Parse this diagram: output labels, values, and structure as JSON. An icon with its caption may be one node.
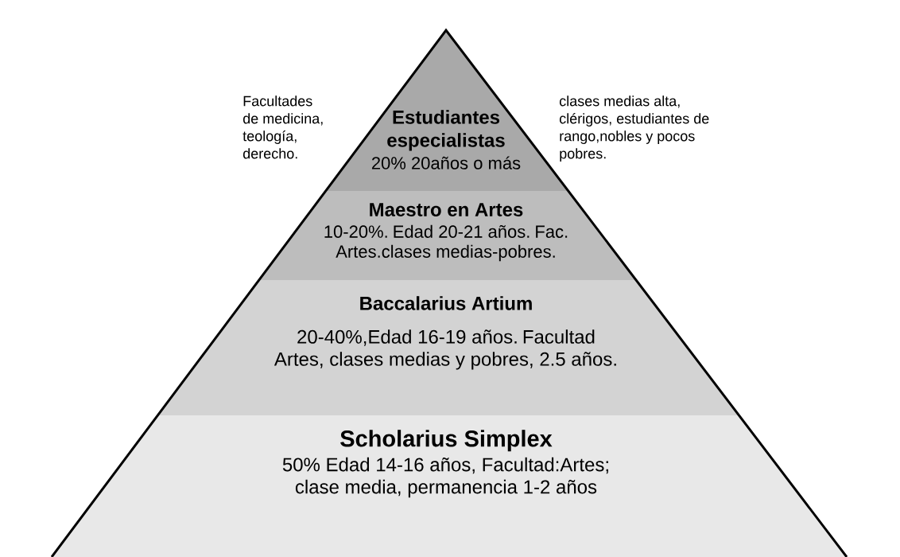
{
  "diagram": {
    "nodes": [
      {
        "text": [
          "Estudiantes especialistas",
          "20%  20años o más"
        ],
        "beside": [
          "Facultades de medicina, teología, derecho.",
          "clases medias alta, clérigos, estudiantes de rango,nobles y pocos pobres."
        ]
      },
      {
        "text": [
          "Maestro en Artes",
          "10-20%. Edad 20-21 años. Fac. Artes.clases medias-pobres."
        ]
      },
      {
        "text": [
          "Baccalarius Artium",
          "20-40%,Edad 16-19 años. Facultad Artes, clases medias y pobres, 2.5 años."
        ]
      },
      {
        "text": [
          "Scholarius Simplex",
          "50% Edad 14-16 años, Facultad:Artes; clase media, permanencia 1-2 años"
        ]
      }
    ]
  }
}
